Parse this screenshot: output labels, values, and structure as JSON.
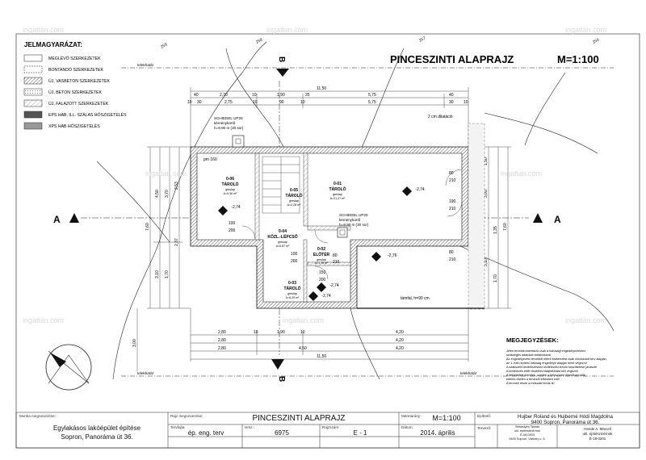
{
  "drawing": {
    "title": "PINCESZINTI ALAPRAJZ",
    "scale": "M=1:100"
  },
  "legend": {
    "title": "JELMAGYARÁZAT:",
    "items": [
      {
        "label": "MEGLÉVŐ SZERKEZETEK"
      },
      {
        "label": "BONTANDÓ SZERKEZETEK"
      },
      {
        "label": "ÚJ, VASBETON SZERKEZETEK"
      },
      {
        "label": "ÚJ, BETON SZERKEZETEK"
      },
      {
        "label": "ÚJ, FALAZOTT SZERKEZETEK"
      },
      {
        "label": "EPS HAB, ILL. SZÁLAS HŐSZIGETELÉS"
      },
      {
        "label": "XPS HAB HŐSZIGETELÉS"
      }
    ]
  },
  "section_marks": {
    "a": "A",
    "b": "B"
  },
  "contours": [
    "259",
    "258",
    "257",
    "256"
  ],
  "property_line": "telekhatár",
  "dimensions": {
    "top_total": "11,50",
    "top_row1": [
      "40",
      "2,70",
      "10",
      "1,90",
      "25",
      "5,75",
      "40"
    ],
    "top_row2": [
      "10",
      "30",
      "2,75",
      "10",
      "90",
      "10",
      "5,75",
      "30",
      "10"
    ],
    "bottom_row1": [
      "2,80",
      "10",
      "1,90",
      "10",
      "4,20"
    ],
    "bottom_row2": [
      "2,80",
      "4,50",
      "4,20"
    ],
    "bottom_total": "11,50",
    "left_total": "7,60",
    "left_inner1": [
      "4,50",
      "3,10"
    ],
    "left_inner2": [
      "3,70",
      "1,70",
      "2,53",
      "2,37"
    ],
    "right_total": "7,60",
    "right_inner": [
      "1,50",
      "3,00",
      "3,10",
      "1,35",
      "1,70"
    ],
    "left_ext": "3,00",
    "dilatation": "2 cm dilatáció"
  },
  "rooms": [
    {
      "code": "0-06",
      "name": "TÁROLÓ",
      "floor": "greslap",
      "area": "A=9,36 m²",
      "level": "-2,74"
    },
    {
      "code": "0-05",
      "name": "TÁROLÓ",
      "floor": "greslap",
      "area": "A=2,28 m²",
      "level": ""
    },
    {
      "code": "0-01",
      "name": "TÁROLÓ",
      "floor": "greslap",
      "area": "A=21,27 m²",
      "level": "-2,74"
    },
    {
      "code": "0-04",
      "name": "KÖZL.-LÉPCSŐ",
      "floor": "greslap",
      "area": "A=6,87 m²",
      "level": ""
    },
    {
      "code": "0-02",
      "name": "ELŐTÉR",
      "floor": "greslap",
      "area": "A=1,78 m²",
      "level": "-2,74"
    },
    {
      "code": "0-03",
      "name": "TÁROLÓ",
      "floor": "greslap",
      "area": "A=6,29 m²",
      "level": "-2,74"
    }
  ],
  "chimneys": [
    {
      "name": "SCHIEDEL UP20",
      "desc": "kéménykürtő",
      "height": "h=9,90 m (30 sor)"
    },
    {
      "name": "SCHIEDEL UP20",
      "desc": "kéménykürtő",
      "height": "h=9,90 m (30 sor)"
    }
  ],
  "annotations": {
    "pm": "pm 160",
    "door_100": "100",
    "door_200": "200",
    "door_80": "80",
    "door_210": "210",
    "door_190": "190",
    "door_150": "150",
    "tamfal": "támfal, h=90 cm",
    "ext_level": "-2,76"
  },
  "notes": {
    "title": "MEGJEGYZÉSEK:",
    "lines": [
      "Jelen tervdokumentáció csak a hatósági engedélyezéshez",
      "szükséges adatokat tartalmazza!",
      "Az engedélyezési tervektől eltérő kivitelezést csak módosított terv alapján,",
      "az 1. fokú építési hatóság engedélye alapján lehet végezni!",
      "A szakszerű kivitelezéshez kivitelezési tervek készíttetése javasolt!",
      "A kivitelezés előtt részletes talajfeltárást kell végezni!",
      "A feltüntetett méretek, szintek a helyszínen ellenőrizendők,",
      "eltérés esetén a tervezőt értesíteni kell!",
      "A tervnek része a műszaki leírás is!"
    ]
  },
  "title_block": {
    "work_label": "Munka megnevezése:",
    "work": [
      "Egylakásos lakóépület építése",
      "Sopron, Panoráma út 36."
    ],
    "drawing_label": "Rajz megnevezése:",
    "drawing": "PINCESZINTI ALAPRAJZ",
    "scale_label": "Méretarány:",
    "scale": "M=1:100",
    "client_label": "Építtető:",
    "client": [
      "Hujber Roland és Hujberné Hódi Magdolna",
      "9400 Sopron, Panoráma út 36."
    ],
    "phase_label": "Tervfajta:",
    "phase": "ép. eng. terv",
    "num_label": "Hrsz.:",
    "num": "6975",
    "sheet_label": "Rajzszám:",
    "sheet": "E - 1",
    "date_label": "Dátum:",
    "date": "2014. április",
    "designer_label": "Tervező:",
    "designer": [
      "Sebestyén Tamás",
      "okl. építészmérnök",
      "É-08-0303",
      "9400 Sopron, Várhely u. 5."
    ],
    "engineer": [
      "Hende A. Marcell",
      "okl. építészmérnök",
      "É-18-0201"
    ]
  },
  "watermark": "ingatlan.com"
}
